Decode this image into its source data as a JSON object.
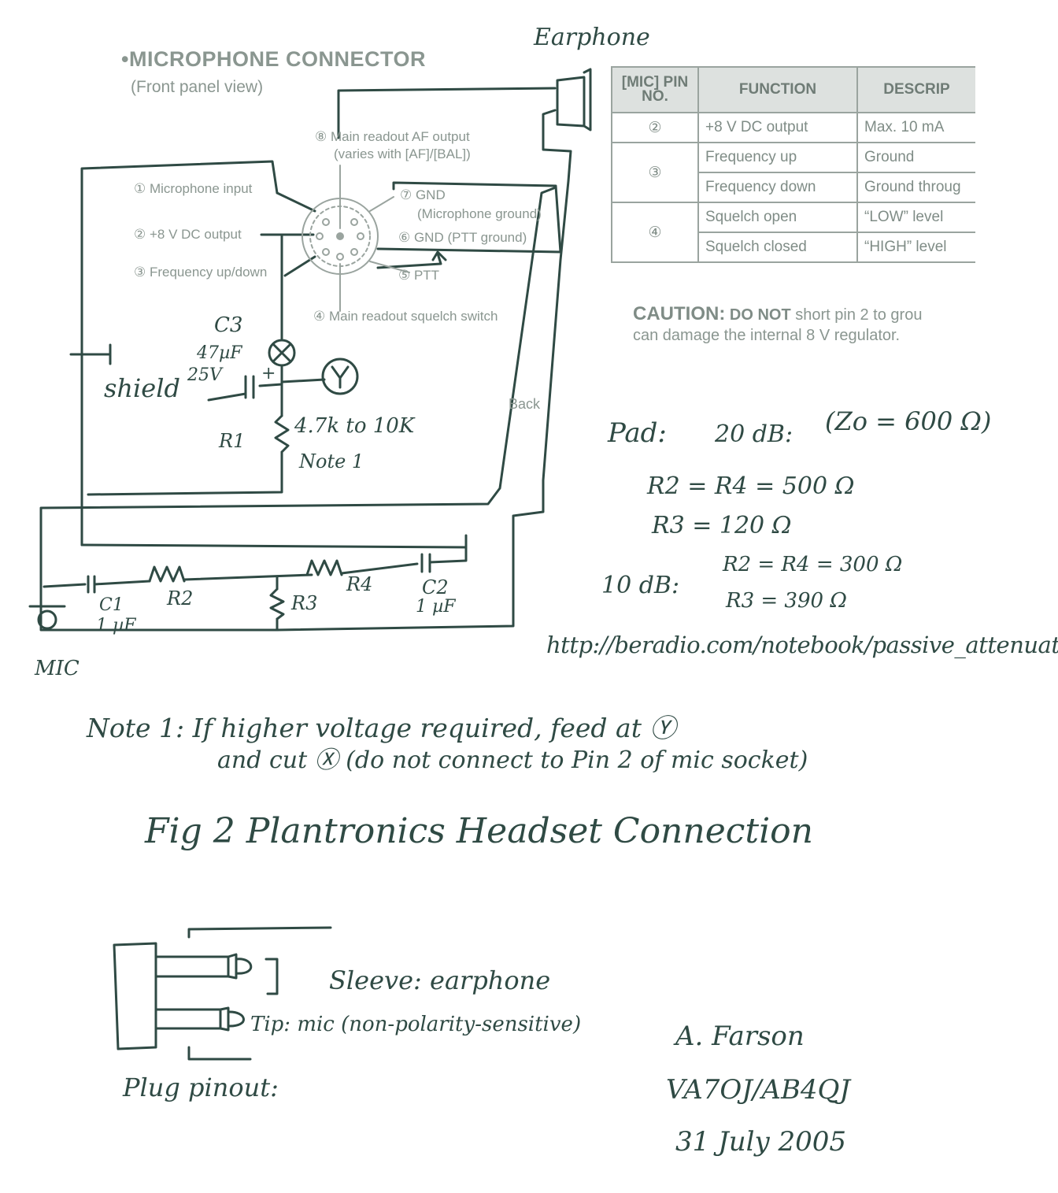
{
  "connector": {
    "title": "MICROPHONE CONNECTOR",
    "bullet": "•",
    "subtitle": "(Front panel view)",
    "pins": {
      "p1": "① Microphone input",
      "p2": "② +8 V DC output",
      "p3": "③ Frequency up/down",
      "p4": "④ Main readout squelch switch",
      "p5": "⑤ PTT",
      "p6": "⑥ GND (PTT ground)",
      "p7_line1": "⑦ GND",
      "p7_line2": "(Microphone ground)",
      "p8_line1": "⑧ Main readout AF output",
      "p8_line2": "(varies with [AF]/[BAL])"
    }
  },
  "table": {
    "headers": [
      "[MIC] PIN NO.",
      "FUNCTION",
      "DESCRIP"
    ],
    "rows": [
      {
        "pin": "②",
        "function": "+8 V DC output",
        "description": "Max. 10 mA"
      },
      {
        "pin": "③",
        "function": "Frequency up",
        "description": "Ground"
      },
      {
        "pin": "",
        "function": "Frequency down",
        "description": "Ground throug"
      },
      {
        "pin": "④",
        "function": "Squelch open",
        "description": "“LOW” level"
      },
      {
        "pin": "",
        "function": "Squelch closed",
        "description": "“HIGH” level"
      }
    ]
  },
  "caution": {
    "label": "CAUTION:",
    "emphasis": "DO NOT",
    "rest_line1": "short pin 2 to grou",
    "line2": "can damage the internal 8 V regulator."
  },
  "schematic": {
    "earphone": "Earphone",
    "back": "Back",
    "c3_name": "C3",
    "c3_value": "47µF",
    "c3_voltage": "25V",
    "plus": "+",
    "shield": "shield",
    "r1_name": "R1",
    "r1_value": "4.7k to 10K",
    "r1_note": "Note 1",
    "c1_name": "C1",
    "c1_value": "1 µF",
    "r2_name": "R2",
    "r3_name": "R3",
    "r4_name": "R4",
    "c2_name": "C2",
    "c2_value": "1 µF",
    "mic": "MIC",
    "marker_x": "X",
    "marker_y": "Y"
  },
  "pad": {
    "heading": "Pad:",
    "db20": "20 dB:",
    "zo": "(Zo = 600 Ω)",
    "r2r4_20": "R2 = R4 = 500 Ω",
    "r3_20": "R3 = 120 Ω",
    "db10": "10 dB:",
    "r2r4_10": "R2 = R4 = 300 Ω",
    "r3_10": "R3 = 390 Ω",
    "url": "http://beradio.com/notebook/passive_attenuators"
  },
  "note": {
    "line1": "Note 1:  If higher voltage required, feed at Ⓨ",
    "line2": "and cut Ⓧ (do not connect to Pin 2 of mic socket)"
  },
  "figure_caption": "Fig 2  Plantronics Headset Connection",
  "plug": {
    "sleeve": "Sleeve: earphone",
    "tip": "Tip: mic (non-polarity-sensitive)",
    "pinout": "Plug pinout:"
  },
  "author": {
    "name": "A. Farson",
    "callsign": "VA7OJ/AB4QJ",
    "date": "31 July 2005"
  },
  "colors": {
    "ink": "#2f4a44",
    "print": "#8a9690",
    "table_header": "#dde1df"
  }
}
